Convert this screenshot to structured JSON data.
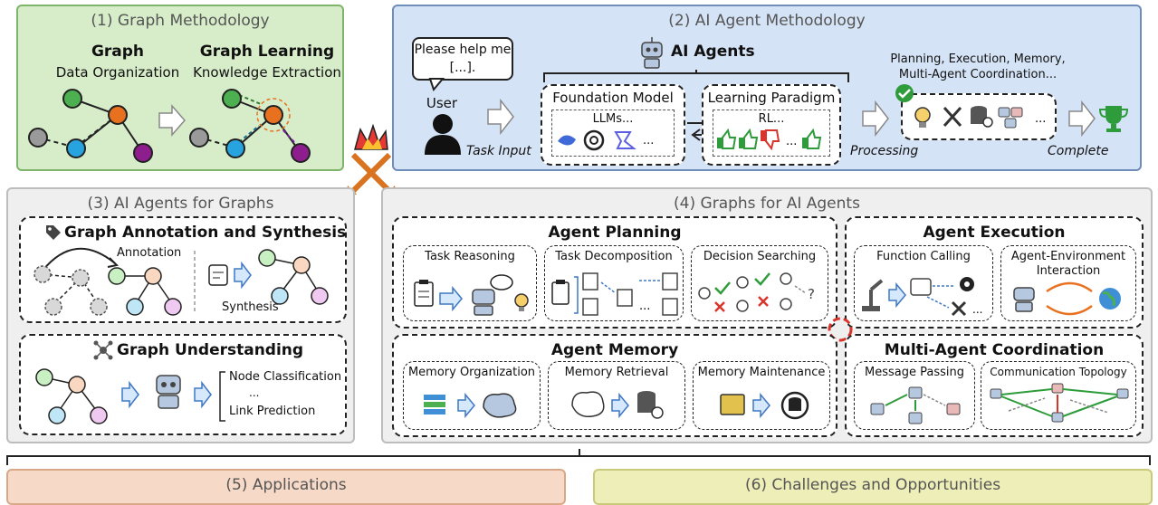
{
  "colors": {
    "green_panel": "#d7edc9",
    "green_border": "#7fb56b",
    "blue_panel": "#d5e3f6",
    "blue_border": "#6e8db8",
    "gray_panel": "#efefef",
    "gray_border": "#bdbdbd",
    "orange_panel": "#f6d9c6",
    "yellow_panel": "#eeeeb8",
    "node_green": "#4caf50",
    "node_orange": "#e8711f",
    "node_blue": "#27a4e0",
    "node_gray": "#9a9a9a",
    "node_purple": "#8e1e8e"
  },
  "panel1": {
    "title": "(1) Graph Methodology",
    "graph_title": "Graph",
    "graph_sub": "Data Organization",
    "learning_title": "Graph Learning",
    "learning_sub": "Knowledge Extraction"
  },
  "panel2": {
    "title": "(2) AI Agent Methodology",
    "bubble": "Please help me [...].",
    "user": "User",
    "task_input": "Task Input",
    "agents_title": "AI Agents",
    "foundation_title": "Foundation Model",
    "foundation_content": "LLMs...",
    "learning_title": "Learning Paradigm",
    "learning_content": "RL...",
    "planning_line1": "Planning, Execution, Memory,",
    "planning_line2": "Multi-Agent Coordination...",
    "processing": "Processing",
    "complete": "Complete",
    "ellipsis": "..."
  },
  "panel3": {
    "title": "(3) AI Agents for Graphs",
    "annotation_title": "Graph Annotation and Synthesis",
    "annotation_label": "Annotation",
    "synthesis_label": "Synthesis",
    "understanding_title": "Graph Understanding",
    "node_classification": "Node Classification",
    "ellipsis": "...",
    "link_prediction": "Link Prediction"
  },
  "panel4": {
    "title": "(4) Graphs for AI Agents",
    "planning": {
      "title": "Agent Planning",
      "task_reasoning": "Task Reasoning",
      "task_decomposition": "Task Decomposition",
      "decision_searching": "Decision Searching"
    },
    "execution": {
      "title": "Agent Execution",
      "function_calling": "Function Calling",
      "env_line1": "Agent-Environment",
      "env_line2": "Interaction"
    },
    "memory": {
      "title": "Agent Memory",
      "organization": "Memory Organization",
      "retrieval": "Memory Retrieval",
      "maintenance": "Memory Maintenance"
    },
    "coordination": {
      "title": "Multi-Agent Coordination",
      "message_passing": "Message Passing",
      "communication_topology": "Communication Topology"
    }
  },
  "panel5": {
    "title": "(5) Applications"
  },
  "panel6": {
    "title": "(6) Challenges and Opportunities"
  }
}
